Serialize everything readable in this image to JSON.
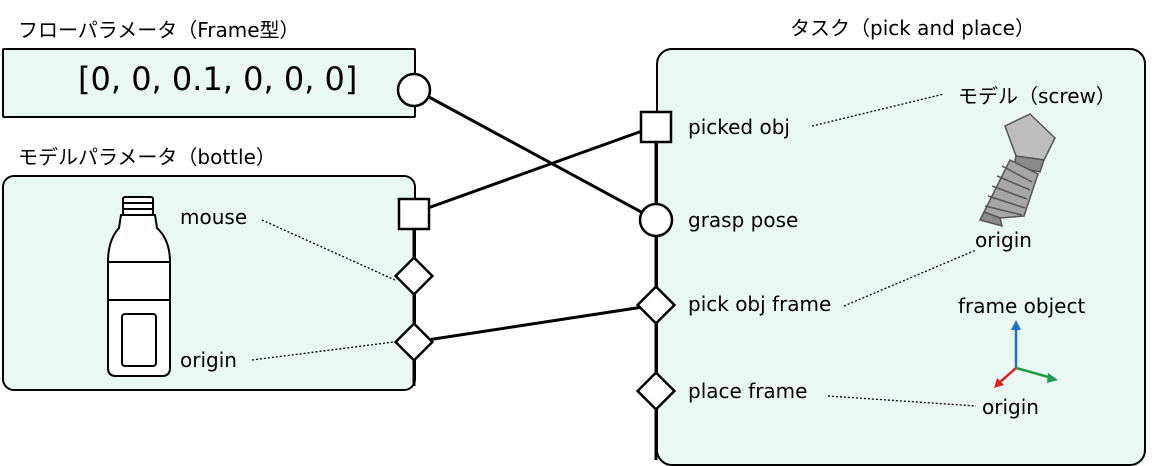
{
  "flow_param": {
    "title": "フローパラメータ（Frame型）",
    "value": "[0, 0, 0.1, 0, 0, 0]"
  },
  "model_param": {
    "title": "モデルパラメータ（bottle）",
    "labels": {
      "mouse": "mouse",
      "origin": "origin"
    }
  },
  "task": {
    "title": "タスク（pick and place）",
    "ports": {
      "picked_obj": "picked obj",
      "grasp_pose": "grasp pose",
      "pick_obj_frame": "pick obj frame",
      "place_frame": "place frame"
    },
    "model_label": "モデル（screw）",
    "screw_origin": "origin",
    "frame_object_label": "frame object",
    "frame_origin": "origin"
  },
  "colors": {
    "panel_fill": "#eaf8f3",
    "axis_z": "#1f6fc5",
    "axis_x": "#e02020",
    "axis_y": "#1a9a4a"
  }
}
